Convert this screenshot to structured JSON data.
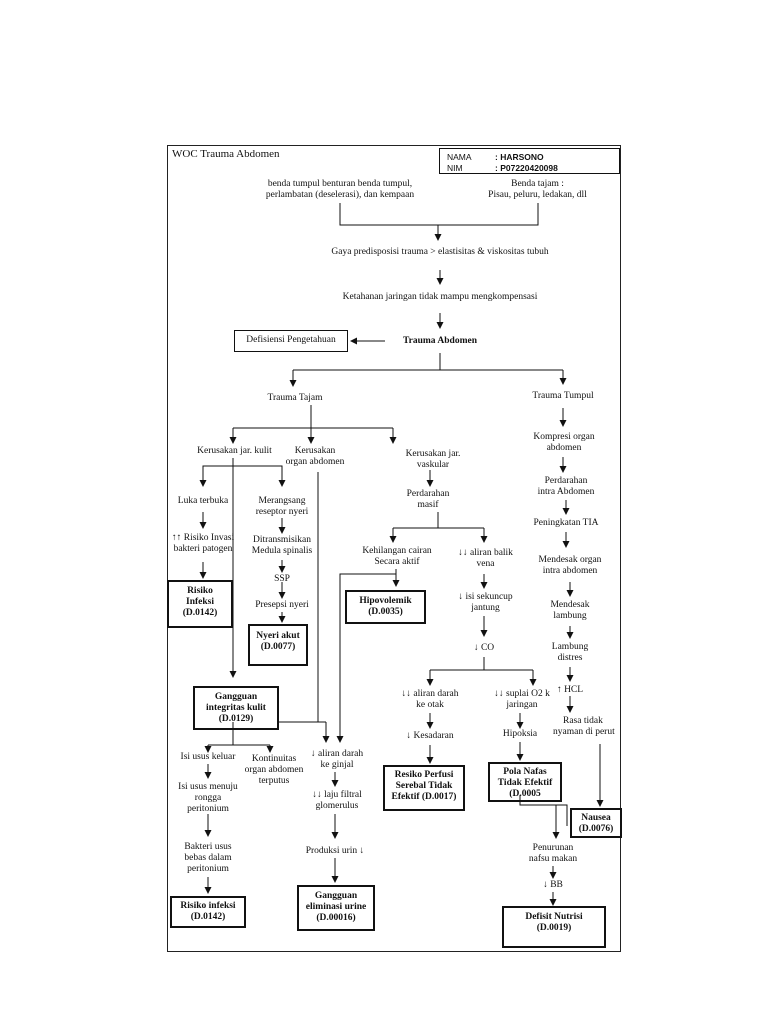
{
  "title": "WOC Trauma Abdomen",
  "identity": {
    "name_label": "NAMA",
    "name_value": ": HARSONO",
    "nim_label": "NIM",
    "nim_value": ": P07220420098"
  },
  "nodes": {
    "cause_blunt_1": "benda tumpul benturan benda tumpul,",
    "cause_blunt_2": "perlambatan (deselerasi), dan kempaan",
    "cause_sharp_1": "Benda tajam :",
    "cause_sharp_2": "Pisau, peluru, ledakan, dll",
    "predisposition": "Gaya predisposisi trauma > elastisitas & viskositas tubuh",
    "tissue_resistance": "Ketahanan jaringan tidak mampu mengkompensasi",
    "knowledge_deficit": "Defisiensi Pengetahuan",
    "trauma_abdomen": "Trauma Abdomen",
    "trauma_tajam": "Trauma Tajam",
    "trauma_tumpul": "Trauma Tumpul",
    "skin_damage": "Kerusakan jar. kulit",
    "organ_damage_1": "Kerusakan",
    "organ_damage_2": "organ abdomen",
    "vascular_1": "Kerusakan jar.",
    "vascular_2": "vaskular",
    "massive_bleed_1": "Perdarahan",
    "massive_bleed_2": "masif",
    "wound": "Luka terbuka",
    "infection_risk_1": "↑↑ Risiko Invasi",
    "infection_risk_2": "bakteri patogen",
    "infection_dx_1": "Risiko",
    "infection_dx_2": "Infeksi",
    "infection_dx_3": "(D.0142)",
    "pain_stim_1": "Merangsang",
    "pain_stim_2": "reseptor nyeri",
    "spinal_1": "Ditransmisikan",
    "spinal_2": "Medula spinalis",
    "ssp": "SSP",
    "pain_perception": "Presepsi nyeri",
    "pain_dx_1": "Nyeri akut",
    "pain_dx_2": "(D.0077)",
    "skin_dx_1": "Gangguan",
    "skin_dx_2": "integritas kulit",
    "skin_dx_3": "(D.0129)",
    "fluid_loss_1": "Kehilangan cairan",
    "fluid_loss_2": "Secara aktif",
    "hypovolemia_1": "Hipovolemik",
    "hypovolemia_2": "(D.0035)",
    "venous_1": "↓↓ aliran balik",
    "venous_2": "vena",
    "stroke_1": "↓ isi sekuncup",
    "stroke_2": "jantung",
    "co": "↓ CO",
    "brain_flow_1": "↓↓ aliran darah",
    "brain_flow_2": "ke otak",
    "o2_supply_1": "↓↓ suplai O2 k",
    "o2_supply_2": "jaringan",
    "consciousness": "↓ Kesadaran",
    "hypoxia": "Hipoksia",
    "perfusion_dx_1": "Resiko Perfusi",
    "perfusion_dx_2": "Serebal Tidak",
    "perfusion_dx_3": "Efektif (D.0017)",
    "breath_dx_1": "Pola Nafas",
    "breath_dx_2": "Tidak Efektif",
    "breath_dx_3": "(D.0005",
    "compression_1": "Kompresi organ",
    "compression_2": "abdomen",
    "intra_bleed_1": "Perdarahan",
    "intra_bleed_2": "intra Abdomen",
    "tia": "Peningkatan TIA",
    "press_organs_1": "Mendesak organ",
    "press_organs_2": "intra abdomen",
    "press_stomach_1": "Mendesak",
    "press_stomach_2": "lambung",
    "distress_1": "Lambung",
    "distress_2": "distres",
    "hcl": "↑ HCL",
    "discomfort_1": "Rasa tidak",
    "discomfort_2": "nyaman di perut",
    "nausea_dx_1": "Nausea",
    "nausea_dx_2": "(D.0076)",
    "appetite_1": "Penurunan",
    "appetite_2": "nafsu makan",
    "bb": "↓ BB",
    "nutrition_dx_1": "Defisit Nutrisi",
    "nutrition_dx_2": "(D.0019)",
    "bowel_out": "Isi usus keluar",
    "continuity_1": "Kontinuitas",
    "continuity_2": "organ abdomen",
    "continuity_3": "terputus",
    "renal_flow_1": "↓ aliran darah",
    "renal_flow_2": "ke ginjal",
    "gfr_1": "↓↓ laju filtral",
    "gfr_2": "glomerulus",
    "bowel_peri_1": "Isi usus menuju",
    "bowel_peri_2": "rongga",
    "bowel_peri_3": "peritonium",
    "urine": "Produksi urin ↓",
    "bacteria_1": "Bakteri usus",
    "bacteria_2": "bebas dalam",
    "bacteria_3": "peritonium",
    "infection2_dx_1": "Risiko infeksi",
    "infection2_dx_2": "(D.0142)",
    "elim_dx_1": "Gangguan",
    "elim_dx_2": "eliminasi urine",
    "elim_dx_3": "(D.00016)"
  }
}
